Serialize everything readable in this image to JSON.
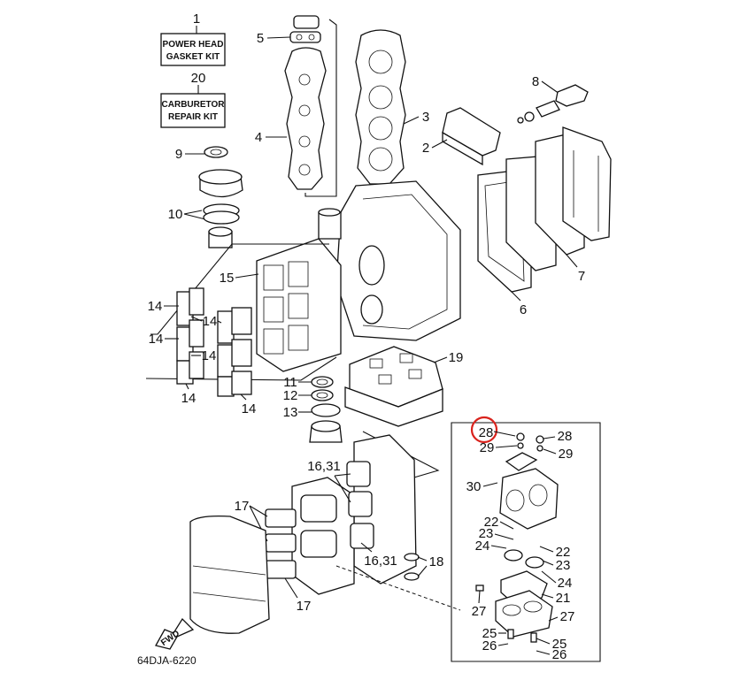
{
  "kits": [
    {
      "number": "1",
      "line1": "POWER HEAD",
      "line2": "GASKET KIT"
    },
    {
      "number": "20",
      "line1": "CARBURETOR",
      "line2": "REPAIR KIT"
    }
  ],
  "callouts": {
    "c2": "2",
    "c3": "3",
    "c4": "4",
    "c5": "5",
    "c6": "6",
    "c7": "7",
    "c8": "8",
    "c9": "9",
    "c10": "10",
    "c11": "11",
    "c12": "12",
    "c13": "13",
    "c14a": "14",
    "c14b": "14",
    "c14c": "14",
    "c14d": "14",
    "c14e": "14",
    "c14f": "14",
    "c15": "15",
    "c16_31a": "16,31",
    "c16_31b": "16,31",
    "c17a": "17",
    "c17b": "17",
    "c18": "18",
    "c19": "19",
    "c21": "21",
    "c22a": "22",
    "c22b": "22",
    "c23a": "23",
    "c23b": "23",
    "c24a": "24",
    "c24b": "24",
    "c25a": "25",
    "c25b": "25",
    "c26a": "26",
    "c26b": "26",
    "c27a": "27",
    "c27b": "27",
    "c28a": "28",
    "c28b": "28",
    "c29a": "29",
    "c29b": "29",
    "c30": "30"
  },
  "fwd_label": "FWD",
  "footer_code": "64DJA-6220",
  "highlight_color": "#d9221c"
}
